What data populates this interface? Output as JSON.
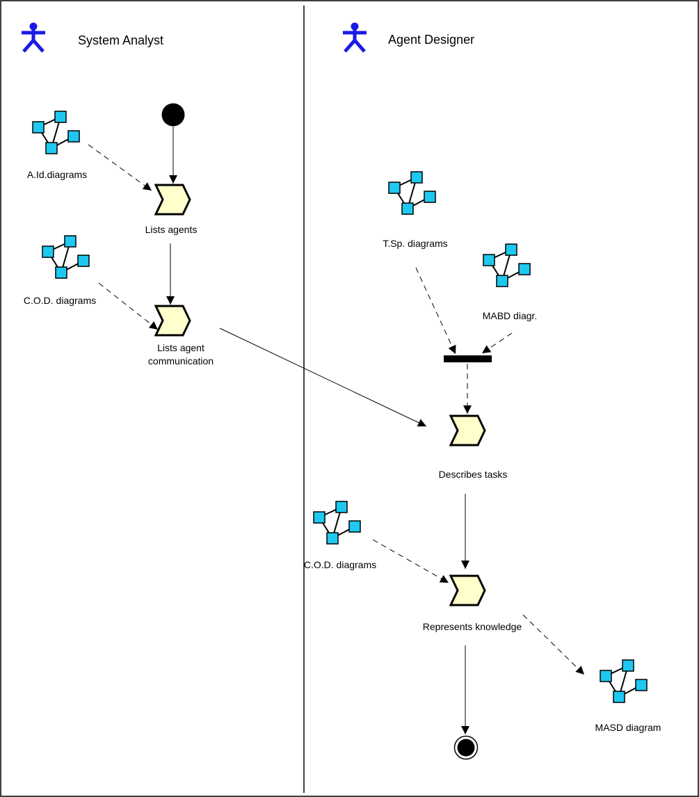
{
  "swimlanes": [
    {
      "title": "System Analyst"
    },
    {
      "title": "Agent Designer"
    }
  ],
  "activities": [
    {
      "id": "lists_agents",
      "label_lines": [
        "Lists agents"
      ]
    },
    {
      "id": "lists_agent_comm",
      "label_lines": [
        "Lists agent",
        "communication"
      ]
    },
    {
      "id": "describes_tasks",
      "label_lines": [
        "Describes tasks"
      ]
    },
    {
      "id": "represents_knowledge",
      "label_lines": [
        "Represents  knowledge"
      ]
    }
  ],
  "documents": [
    {
      "id": "aid",
      "label": "A.Id.diagrams"
    },
    {
      "id": "cod1",
      "label": "C.O.D. diagrams"
    },
    {
      "id": "tsp",
      "label": "T.Sp. diagrams"
    },
    {
      "id": "mabd",
      "label": "MABD diagr."
    },
    {
      "id": "cod2",
      "label": "C.O.D. diagrams"
    },
    {
      "id": "masd",
      "label": "MASD diagram"
    }
  ],
  "colors": {
    "actor": "#1a1ae6",
    "activity_fill": "#ffffcc",
    "document_node": "#1ec8f0",
    "line": "#000000"
  },
  "icons": {
    "actor": "actor-icon",
    "document": "diagram-document-icon"
  }
}
